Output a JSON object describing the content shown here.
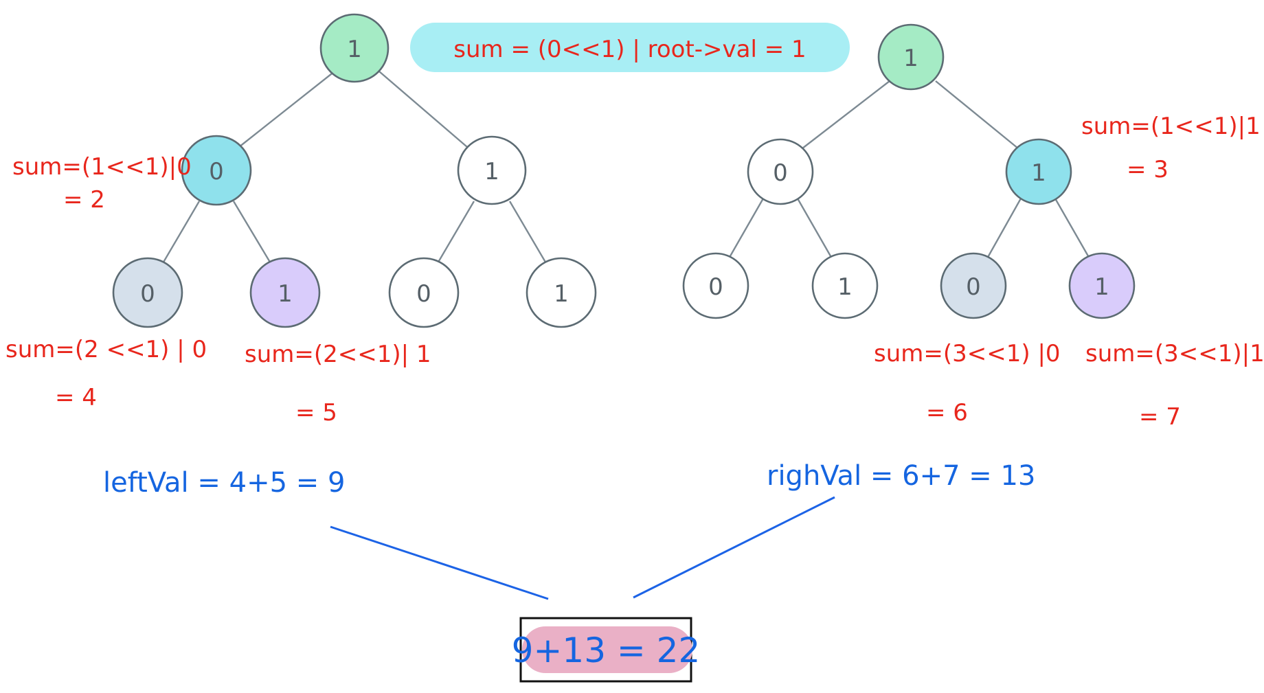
{
  "colors": {
    "root": "#a5ebc5",
    "cyan": "#8fe1ec",
    "gray": "#d5e0eb",
    "purple": "#d9ccfb",
    "white": "#ffffff",
    "banner": "#a8eef4",
    "result_pill": "#eab0c6",
    "annotation_red": "#e8261c",
    "annotation_blue": "#1565e0"
  },
  "trees": [
    {
      "nodes": [
        {
          "value": "1",
          "fill": "root"
        },
        {
          "value": "0",
          "fill": "cyan"
        },
        {
          "value": "1",
          "fill": "white"
        },
        {
          "value": "0",
          "fill": "gray"
        },
        {
          "value": "1",
          "fill": "purple"
        },
        {
          "value": "0",
          "fill": "white"
        },
        {
          "value": "1",
          "fill": "white"
        }
      ]
    },
    {
      "nodes": [
        {
          "value": "1",
          "fill": "root"
        },
        {
          "value": "0",
          "fill": "white"
        },
        {
          "value": "1",
          "fill": "cyan"
        },
        {
          "value": "0",
          "fill": "white"
        },
        {
          "value": "1",
          "fill": "white"
        },
        {
          "value": "0",
          "fill": "gray"
        },
        {
          "value": "1",
          "fill": "purple"
        }
      ]
    }
  ],
  "annotations": {
    "root_sum": "sum = (0<<1) | root->val = 1",
    "left_mid_sum": "sum=(1<<1)|0",
    "left_mid_result": "= 2",
    "left_leaf0_sum": "sum=(2 <<1) | 0",
    "left_leaf0_result": "= 4",
    "left_leaf1_sum": "sum=(2<<1)| 1",
    "left_leaf1_result": "= 5",
    "right_mid_sum": "sum=(1<<1)|1",
    "right_mid_result": "= 3",
    "right_leaf0_sum": "sum=(3<<1) |0",
    "right_leaf0_result": "= 6",
    "right_leaf1_sum": "sum=(3<<1)|1",
    "right_leaf1_result": "= 7",
    "left_val": "leftVal = 4+5 = 9",
    "right_val": "righVal = 6+7 = 13",
    "total": "9+13 = 22"
  }
}
